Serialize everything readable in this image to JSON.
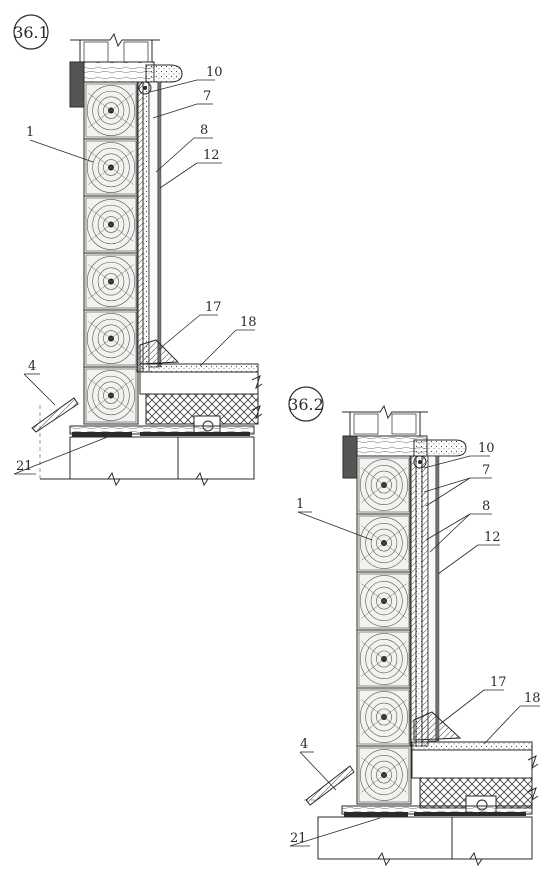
{
  "figures": [
    {
      "id": "fig1",
      "title": "36.1",
      "labels": [
        {
          "key": "l10",
          "text": "10"
        },
        {
          "key": "l7",
          "text": "7"
        },
        {
          "key": "l8",
          "text": "8"
        },
        {
          "key": "l12",
          "text": "12"
        },
        {
          "key": "l1",
          "text": "1"
        },
        {
          "key": "l17",
          "text": "17"
        },
        {
          "key": "l18",
          "text": "18"
        },
        {
          "key": "l4",
          "text": "4"
        },
        {
          "key": "l21",
          "text": "21"
        }
      ]
    },
    {
      "id": "fig2",
      "title": "36.2",
      "labels": [
        {
          "key": "l10",
          "text": "10"
        },
        {
          "key": "l7",
          "text": "7"
        },
        {
          "key": "l8",
          "text": "8"
        },
        {
          "key": "l12",
          "text": "12"
        },
        {
          "key": "l1",
          "text": "1"
        },
        {
          "key": "l17",
          "text": "17"
        },
        {
          "key": "l18",
          "text": "18"
        },
        {
          "key": "l4",
          "text": "4"
        },
        {
          "key": "l21",
          "text": "21"
        }
      ]
    }
  ],
  "colors": {
    "ink": "#2a2a2a",
    "paper": "#ffffff",
    "wood_fill": "#f4f2ee",
    "insulation": "#3a3a3a"
  }
}
